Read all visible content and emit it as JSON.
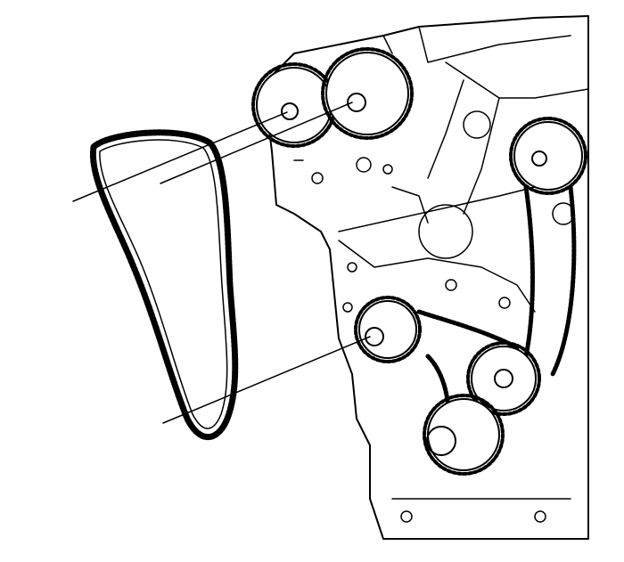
{
  "diagram": {
    "subject": "timing-chain-removal-illustration",
    "colors": {
      "line": "#000000",
      "background": "#ffffff"
    },
    "parts": [
      {
        "id": "timing-chain"
      },
      {
        "id": "intake-camshaft-sprocket-left"
      },
      {
        "id": "exhaust-camshaft-sprocket-left"
      },
      {
        "id": "camshaft-sprocket-right"
      },
      {
        "id": "intermediate-sprocket"
      },
      {
        "id": "crankshaft-sprocket"
      },
      {
        "id": "engine-block"
      }
    ]
  }
}
